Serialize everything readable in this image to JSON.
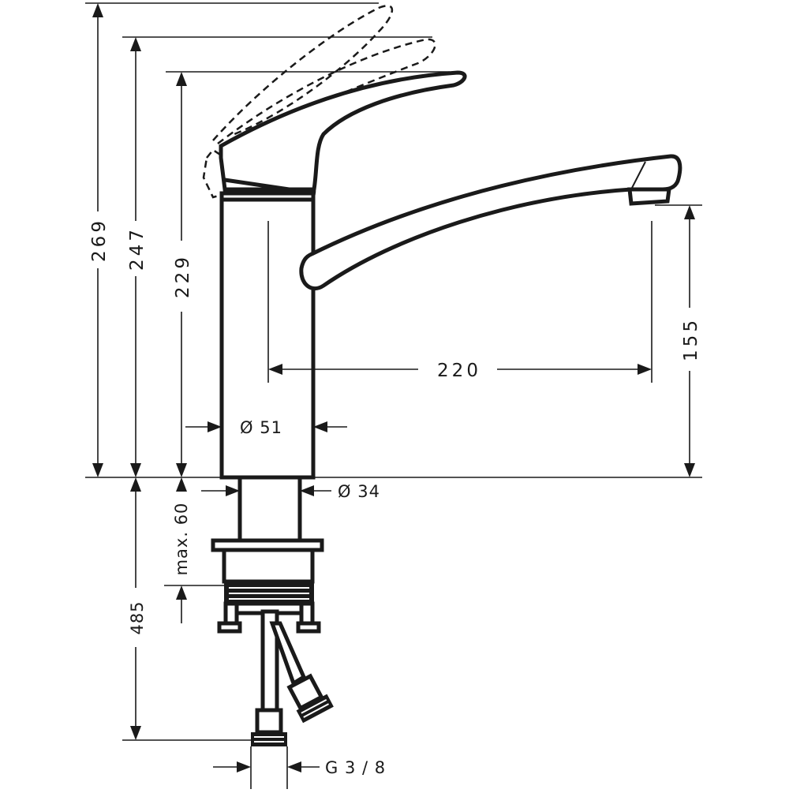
{
  "dimensions": {
    "height_lever_open": "269",
    "height_lever_mid": "247",
    "height_body": "229",
    "spout_height": "155",
    "spout_reach": "220",
    "body_diameter": "Ø 51",
    "shank_diameter": "Ø 34",
    "max_counter_thickness": "max. 60",
    "hose_length": "485",
    "connection_thread": "G 3 / 8"
  }
}
